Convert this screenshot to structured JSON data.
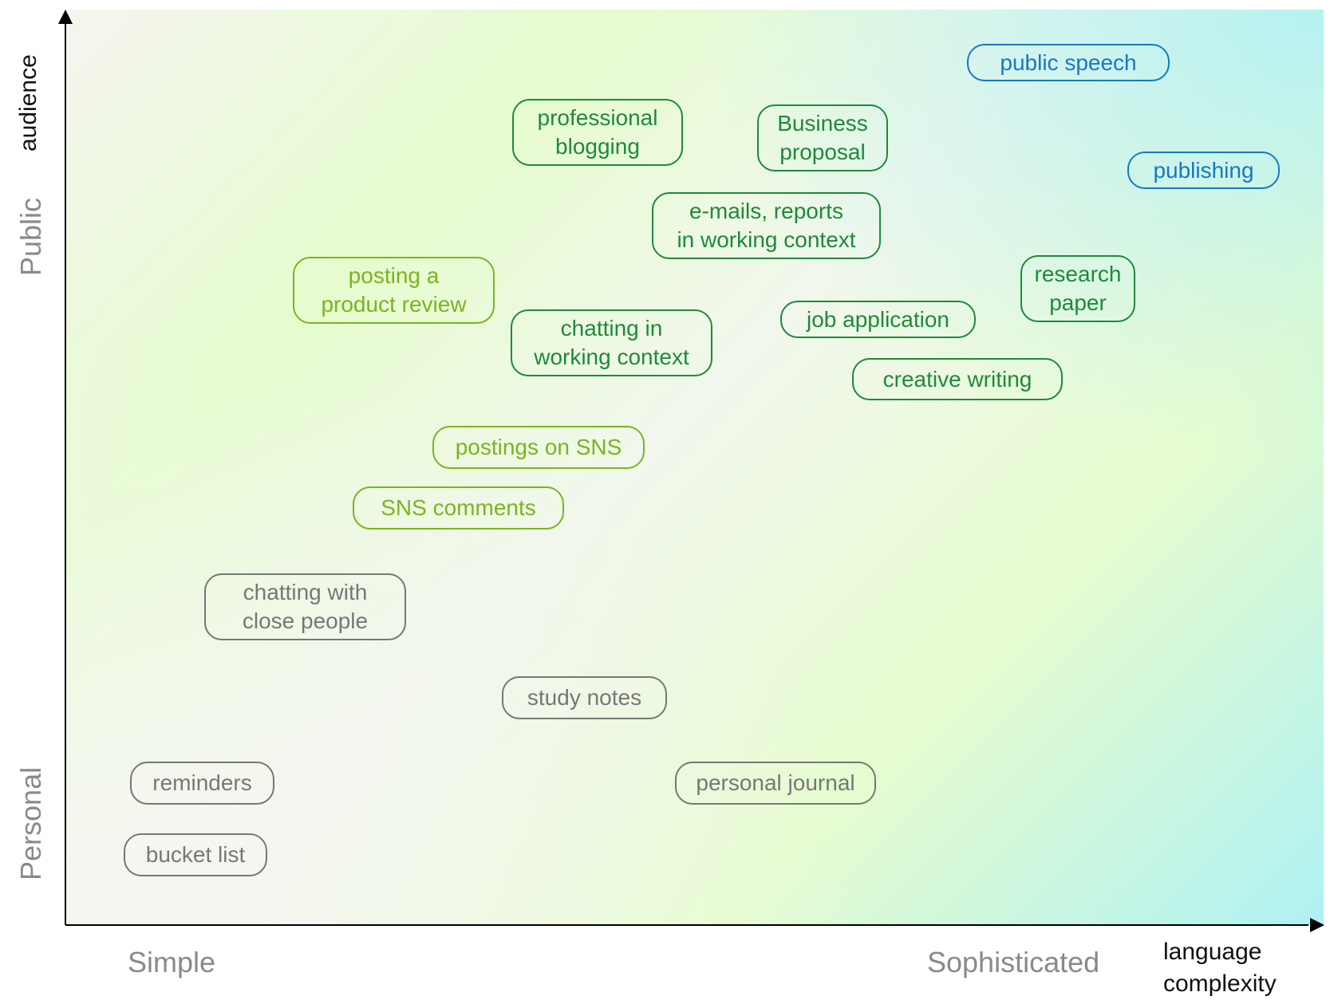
{
  "axes": {
    "x_title": "language\ncomplexity",
    "y_title": "audience",
    "x_low": "Simple",
    "x_high": "Sophisticated",
    "y_low": "Personal",
    "y_high": "Public"
  },
  "colors": {
    "personal": "#777777",
    "social": "#7ab51d",
    "professional": "#1e8a3a",
    "published": "#1778c4"
  },
  "items": [
    {
      "id": "public-speech",
      "text": "public speech",
      "group": "published"
    },
    {
      "id": "publishing",
      "text": "publishing",
      "group": "published"
    },
    {
      "id": "professional-blogging",
      "text": "professional\nblogging",
      "group": "professional"
    },
    {
      "id": "business-proposal",
      "text": "Business\nproposal",
      "group": "professional"
    },
    {
      "id": "emails-reports",
      "text": "e-mails, reports\nin working context",
      "group": "professional"
    },
    {
      "id": "research-paper",
      "text": "research\npaper",
      "group": "professional"
    },
    {
      "id": "job-application",
      "text": "job application",
      "group": "professional"
    },
    {
      "id": "chatting-working-context",
      "text": "chatting in\nworking context",
      "group": "professional"
    },
    {
      "id": "creative-writing",
      "text": "creative writing",
      "group": "professional"
    },
    {
      "id": "posting-product-review",
      "text": "posting a\nproduct review",
      "group": "social"
    },
    {
      "id": "postings-on-sns",
      "text": "postings on SNS",
      "group": "social"
    },
    {
      "id": "sns-comments",
      "text": "SNS comments",
      "group": "social"
    },
    {
      "id": "chatting-close-people",
      "text": "chatting with\nclose people",
      "group": "personal"
    },
    {
      "id": "study-notes",
      "text": "study notes",
      "group": "personal"
    },
    {
      "id": "reminders",
      "text": "reminders",
      "group": "personal"
    },
    {
      "id": "personal-journal",
      "text": "personal journal",
      "group": "personal"
    },
    {
      "id": "bucket-list",
      "text": "bucket list",
      "group": "personal"
    }
  ]
}
